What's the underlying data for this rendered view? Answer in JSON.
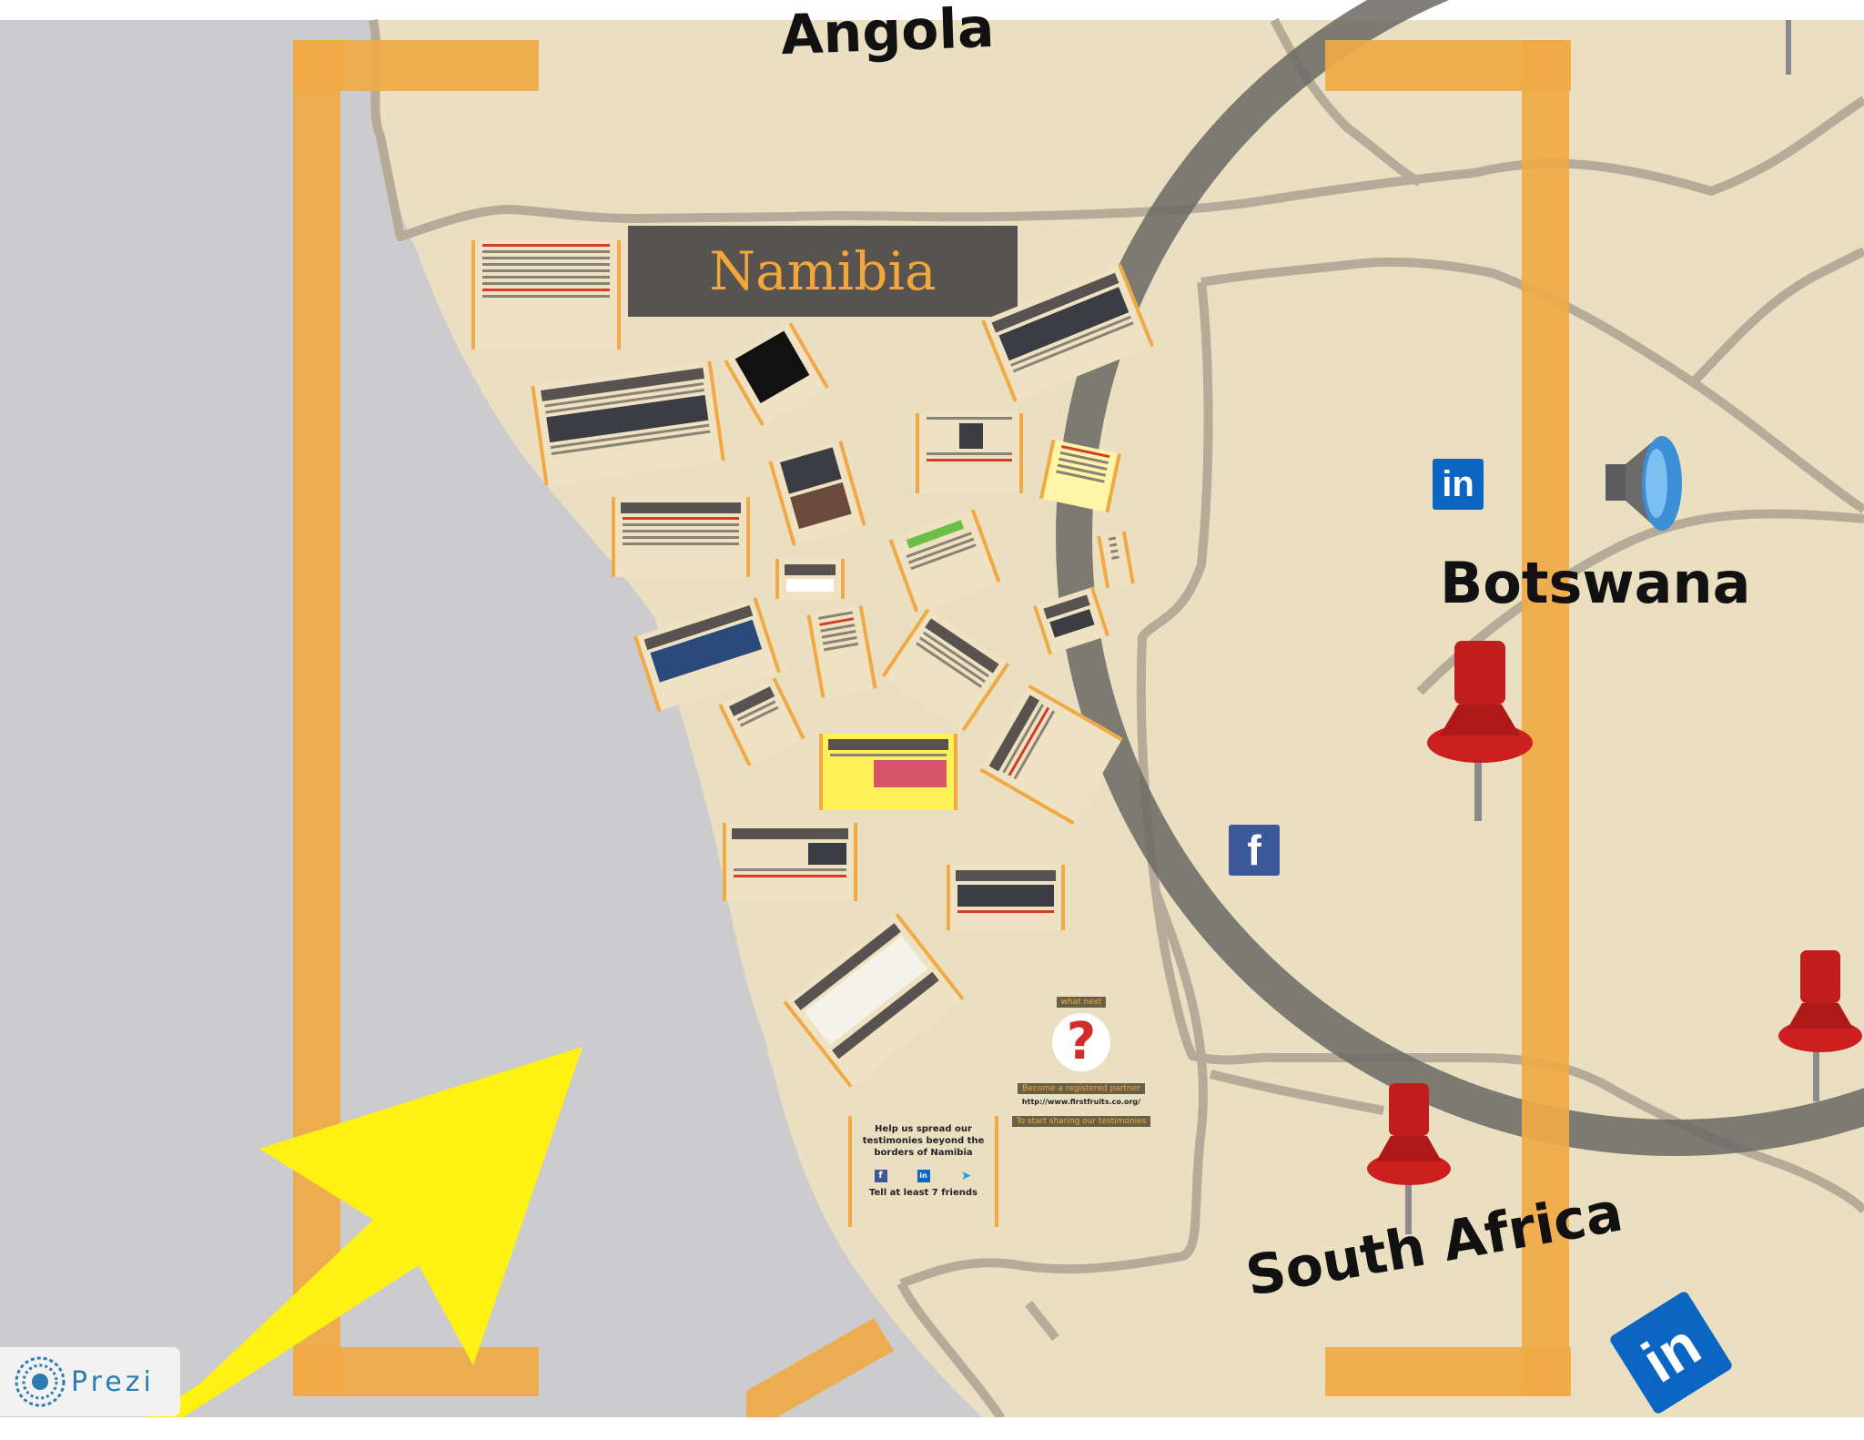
{
  "map": {
    "countries": {
      "angola": "Angola",
      "botswana": "Botswana",
      "south_africa": "South Africa"
    },
    "title": "Namibia"
  },
  "slides": {
    "help_text": "Help us spread our testimonies beyond the borders of Namibia",
    "friends_text": "Tell at least 7 friends",
    "what_next": "what next",
    "partner": "Become a registered partner",
    "url": "http://www.firstfruits.co.org/",
    "sharing": "To start sharing our testimonies"
  },
  "branding": {
    "logo_text": "Prezi"
  },
  "social": {
    "facebook_glyph": "f",
    "linkedin_glyph": "in"
  },
  "colors": {
    "land": "#ebdfc2",
    "sea": "#cccbcd",
    "frame": "#f0a945",
    "title_bg": "#575350",
    "title_text": "#f3a63a",
    "arrow": "#fff212",
    "pin": "#cc1f1f"
  }
}
